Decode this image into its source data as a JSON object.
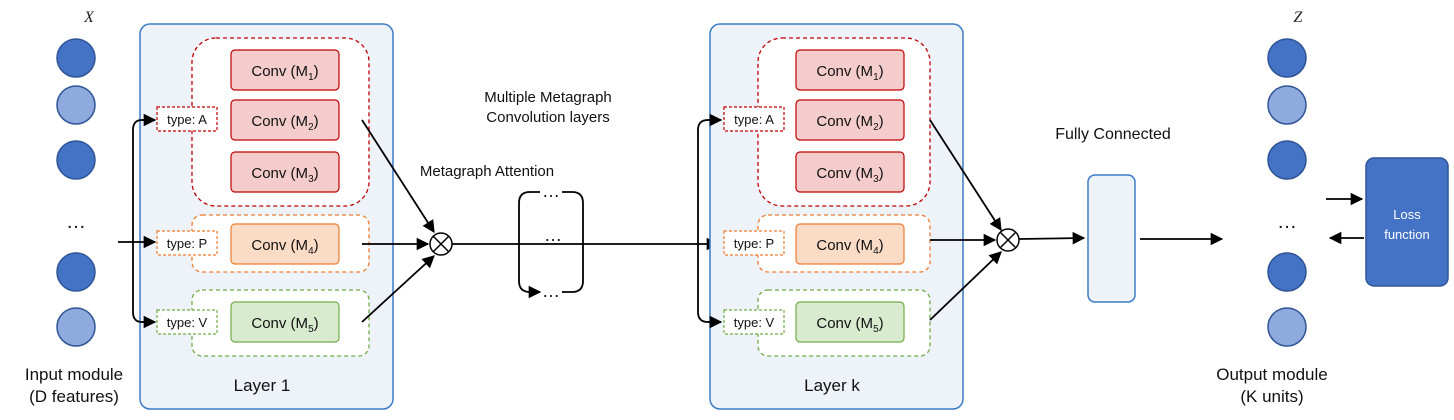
{
  "input": {
    "var": "X",
    "ellipsis": "…",
    "caption_line1": "Input module",
    "caption_line2": "(D features)",
    "node_shades": [
      "dark",
      "light",
      "dark",
      "ellipsis",
      "dark",
      "light"
    ]
  },
  "output": {
    "var": "Z",
    "ellipsis": "…",
    "caption_line1": "Output module",
    "caption_line2": "(K units)",
    "node_shades": [
      "dark",
      "light",
      "dark",
      "ellipsis",
      "dark",
      "light"
    ]
  },
  "layers": [
    {
      "label": "Layer 1",
      "types": [
        "type: A",
        "type: P",
        "type: V"
      ],
      "convs": [
        {
          "base": "Conv (M",
          "sub": "1",
          "end": ")"
        },
        {
          "base": "Conv (M",
          "sub": "2",
          "end": ")"
        },
        {
          "base": "Conv (M",
          "sub": "3",
          "end": ")"
        },
        {
          "base": "Conv (M",
          "sub": "4",
          "end": ")"
        },
        {
          "base": "Conv (M",
          "sub": "5",
          "end": ")"
        }
      ]
    },
    {
      "label": "Layer k",
      "types": [
        "type: A",
        "type: P",
        "type: V"
      ],
      "convs": [
        {
          "base": "Conv (M",
          "sub": "1",
          "end": ")"
        },
        {
          "base": "Conv (M",
          "sub": "2",
          "end": ")"
        },
        {
          "base": "Conv (M",
          "sub": "3",
          "end": ")"
        },
        {
          "base": "Conv (M",
          "sub": "4",
          "end": ")"
        },
        {
          "base": "Conv (M",
          "sub": "5",
          "end": ")"
        }
      ]
    }
  ],
  "annotations": {
    "multi_line1": "Multiple Metagraph",
    "multi_line2": "Convolution layers",
    "attention": "Metagraph Attention",
    "fully_connected": "Fully Connected",
    "middle_dots": "…"
  },
  "loss": {
    "line1": "Loss",
    "line2": "function"
  },
  "colors": {
    "node_dark": "#4472C4",
    "node_light": "#8FAADC",
    "node_stroke": "#2F5597",
    "layer_fill": "#EEF2F9",
    "layer_stroke": "#3B7CC4",
    "red": "#C00000",
    "red_fill": "#F4CCCC",
    "orange": "#ED7D31",
    "orange_fill": "#FADBC6",
    "green": "#70AD47",
    "green_fill": "#D8EBCF",
    "loss_fill": "#4472C4"
  }
}
